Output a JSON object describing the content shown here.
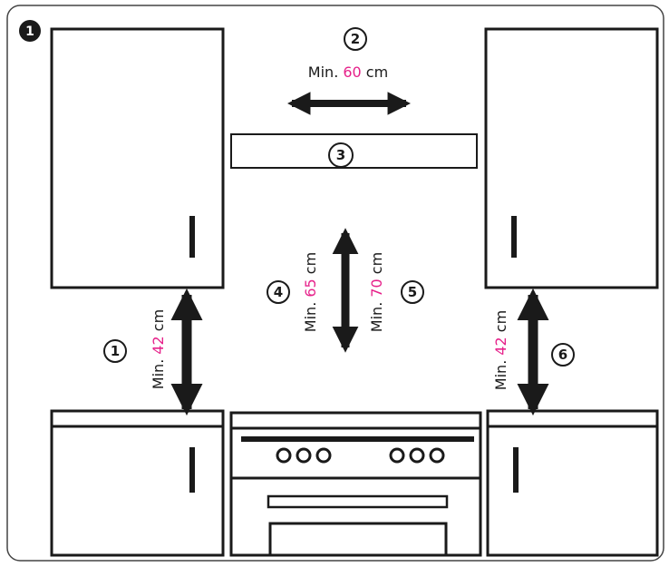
{
  "figure_badge": "1",
  "callouts": [
    "1",
    "2",
    "3",
    "4",
    "5",
    "6"
  ],
  "measurements": {
    "hood_width": {
      "prefix": "Min. ",
      "value": "60",
      "unit": " cm"
    },
    "left_gap": {
      "prefix": "Min. ",
      "value": "42",
      "unit": " cm"
    },
    "right_gap": {
      "prefix": "Min. ",
      "value": "42",
      "unit": " cm"
    },
    "hob_gap_a": {
      "prefix": "Min. ",
      "value": "65",
      "unit": " cm"
    },
    "hob_gap_b": {
      "prefix": "Min. ",
      "value": "70",
      "unit": " cm"
    }
  },
  "colors": {
    "line": "#1a1a1a",
    "accent": "#e6218a",
    "frame": "#444444"
  }
}
